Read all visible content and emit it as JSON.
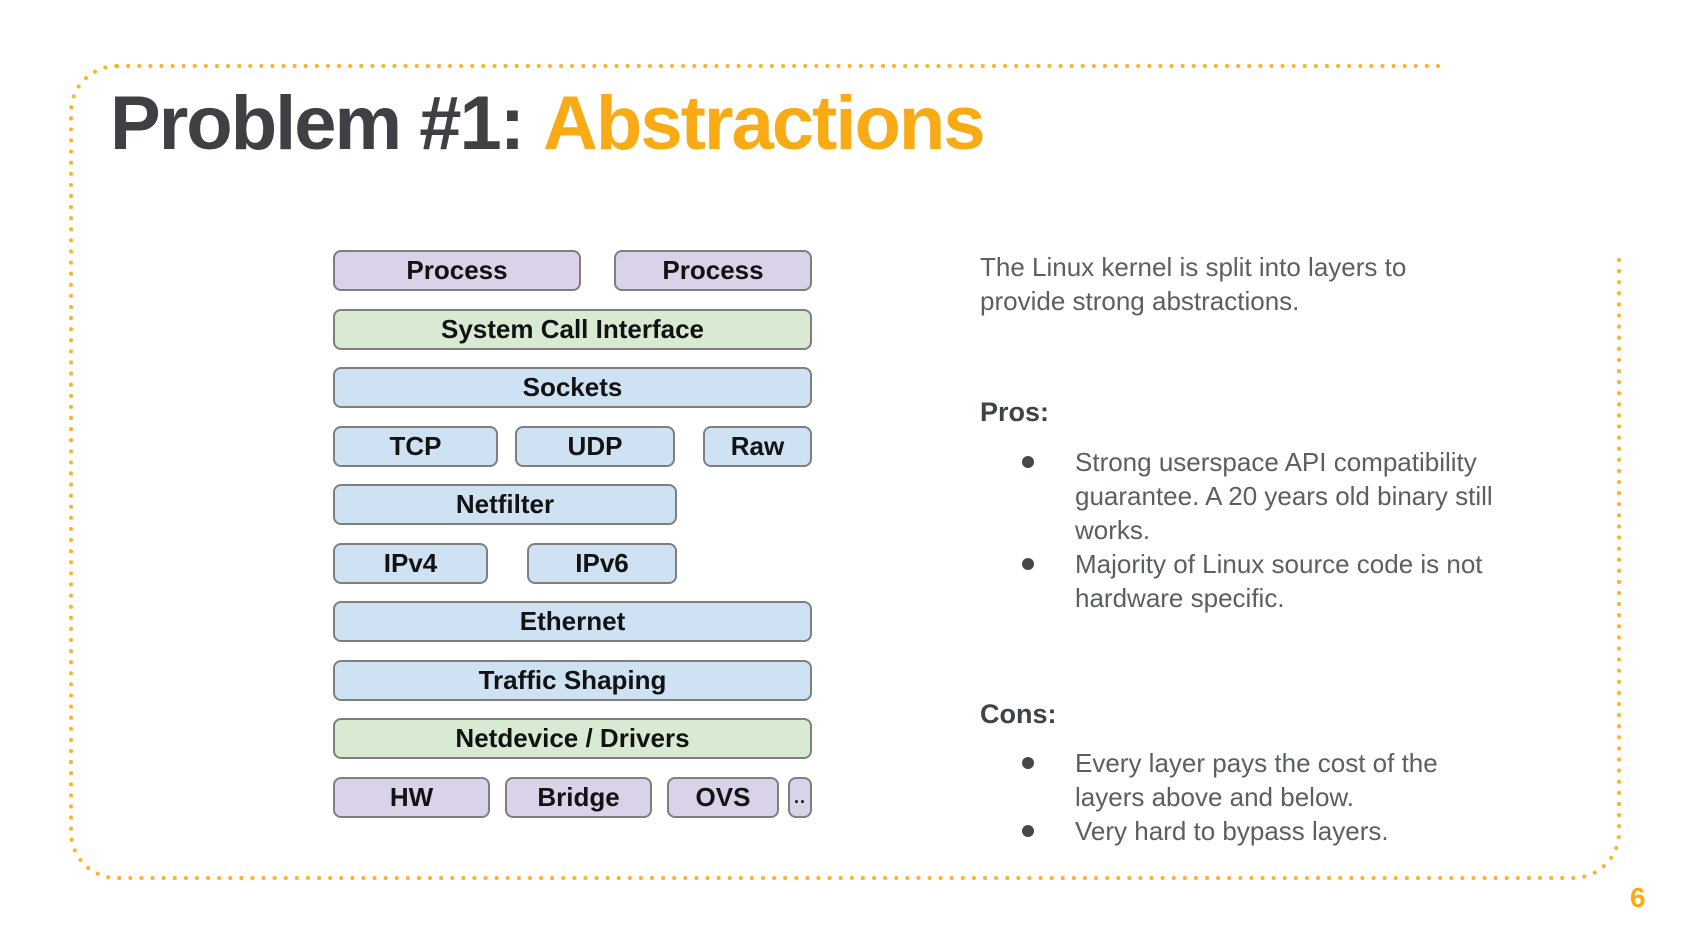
{
  "slide": {
    "title_prefix": "Problem #1:",
    "title_accent": "Abstractions",
    "page_number": "6"
  },
  "colors": {
    "accent_orange": "#F9AB16",
    "border_dots": "#FBB32A",
    "title_dark": "#3F4043",
    "heading_text": "#3E4347",
    "body_text": "#5A5F63",
    "box_border": "#7F7F7F",
    "box_purple": "#D9D2E9",
    "box_green": "#D9EAD3",
    "box_blue": "#CFE2F3"
  },
  "diagram": {
    "rows": [
      {
        "boxes": [
          {
            "label": "Process",
            "color": "purple"
          },
          {
            "label": "Process",
            "color": "purple"
          }
        ]
      },
      {
        "boxes": [
          {
            "label": "System Call Interface",
            "color": "green"
          }
        ]
      },
      {
        "boxes": [
          {
            "label": "Sockets",
            "color": "blue"
          }
        ]
      },
      {
        "boxes": [
          {
            "label": "TCP",
            "color": "blue"
          },
          {
            "label": "UDP",
            "color": "blue"
          },
          {
            "label": "Raw",
            "color": "blue"
          }
        ]
      },
      {
        "boxes": [
          {
            "label": "Netfilter",
            "color": "blue"
          }
        ]
      },
      {
        "boxes": [
          {
            "label": "IPv4",
            "color": "blue"
          },
          {
            "label": "IPv6",
            "color": "blue"
          }
        ]
      },
      {
        "boxes": [
          {
            "label": "Ethernet",
            "color": "blue"
          }
        ]
      },
      {
        "boxes": [
          {
            "label": "Traffic Shaping",
            "color": "blue"
          }
        ]
      },
      {
        "boxes": [
          {
            "label": "Netdevice / Drivers",
            "color": "green"
          }
        ]
      },
      {
        "boxes": [
          {
            "label": "HW",
            "color": "purple"
          },
          {
            "label": "Bridge",
            "color": "purple"
          },
          {
            "label": "OVS",
            "color": "purple"
          },
          {
            "label": "..",
            "color": "purple"
          }
        ]
      }
    ]
  },
  "notes": {
    "intro_lines": [
      "The Linux kernel is split into layers to",
      "provide strong abstractions."
    ],
    "sections": [
      {
        "heading": "Pros:",
        "bullets": [
          {
            "lines": [
              "Strong userspace API compatibility",
              "guarantee. A 20 years old binary still",
              "works."
            ]
          },
          {
            "lines": [
              "Majority of Linux source code is not",
              "hardware specific."
            ]
          }
        ]
      },
      {
        "heading": "Cons:",
        "bullets": [
          {
            "lines": [
              "Every layer pays the cost of the",
              "layers above and below."
            ]
          },
          {
            "lines": [
              "Very hard to bypass layers."
            ]
          }
        ]
      }
    ]
  }
}
